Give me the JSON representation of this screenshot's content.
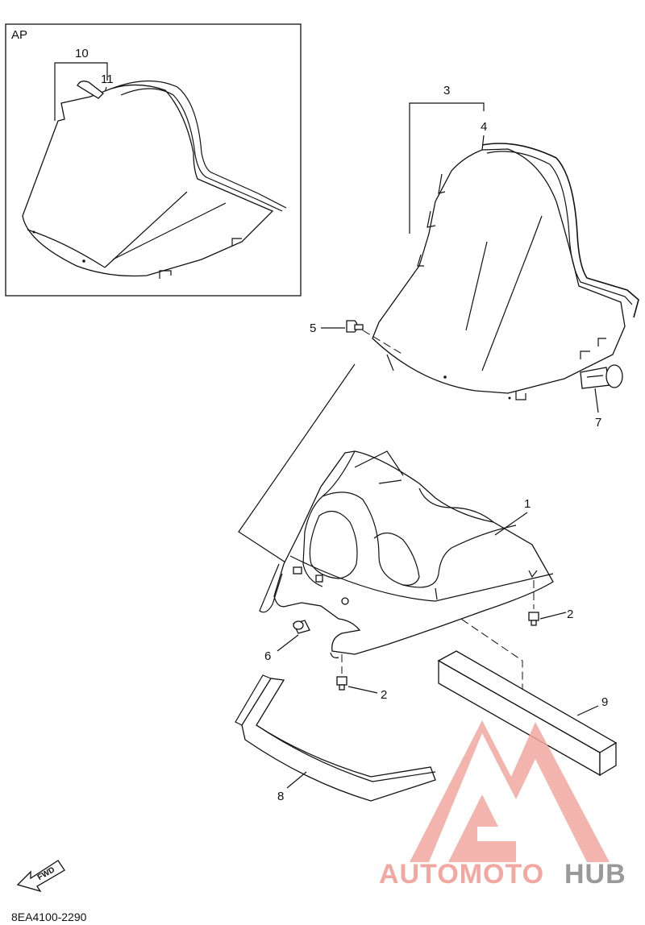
{
  "inset": {
    "label": "AP"
  },
  "callouts": {
    "p1": "1",
    "p2a": "2",
    "p2b": "2",
    "p3": "3",
    "p4": "4",
    "p5": "5",
    "p6": "6",
    "p7": "7",
    "p8": "8",
    "p9": "9",
    "p10": "10",
    "p11": "11"
  },
  "fwd_label": "FWD",
  "diagram_code": "8EA4100-2290",
  "watermark": {
    "text_part1": "AUTOMOTO",
    "text_part2": "HUB",
    "color_primary": "#f2a7a0",
    "color_secondary": "#999999"
  }
}
